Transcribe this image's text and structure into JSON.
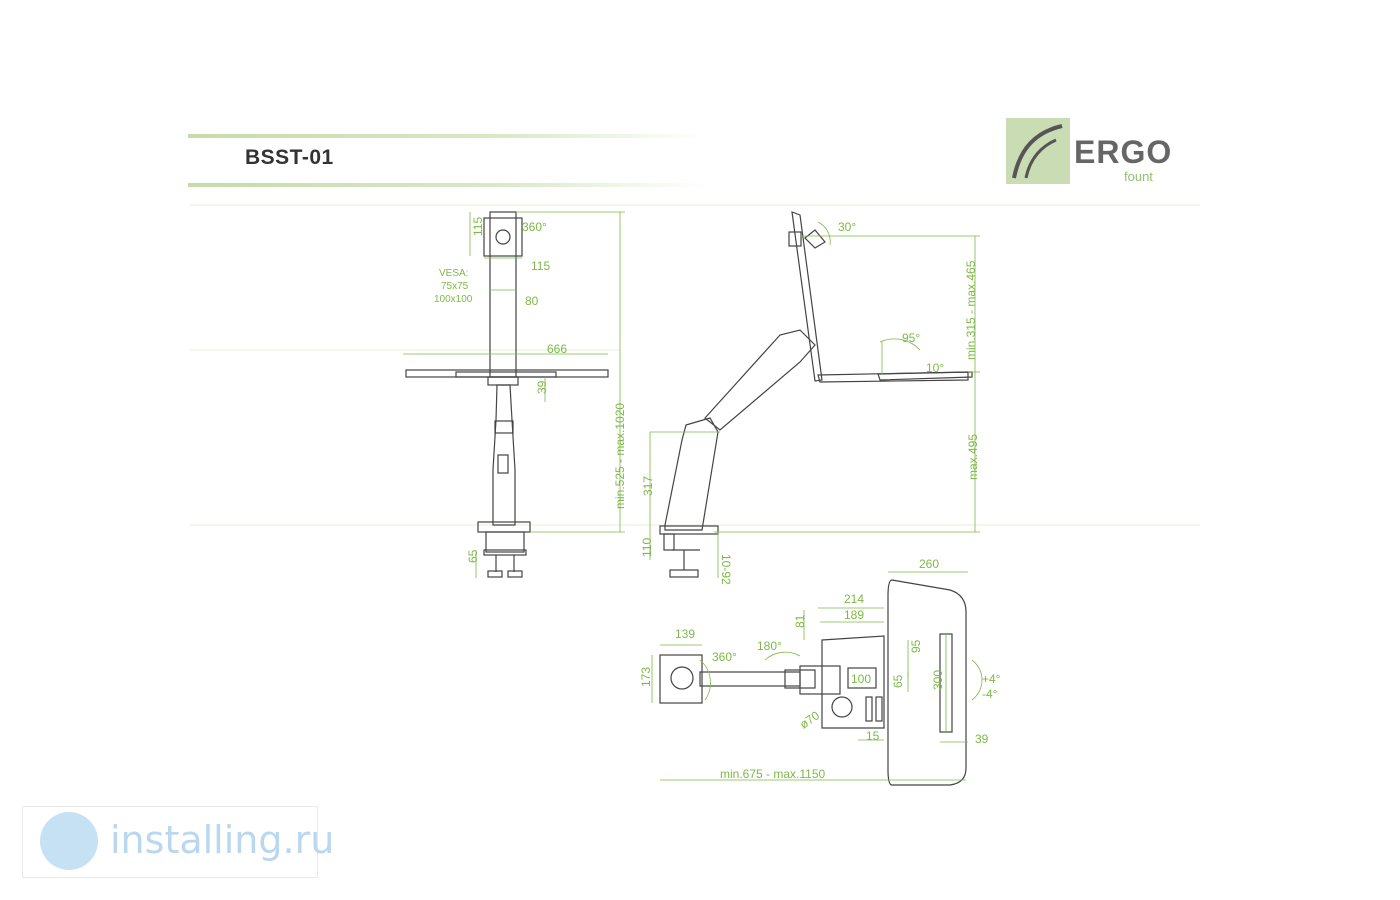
{
  "header": {
    "title": "BSST-01"
  },
  "logo": {
    "word": "ERGO",
    "sub": "fount"
  },
  "front_view": {
    "labels": {
      "rot": "360°",
      "h115": "115",
      "w115": "115",
      "w80": "80",
      "w666": "666",
      "h39": "39",
      "range": "min.525 - max.1020",
      "h65": "65",
      "vesa1": "VESA:",
      "vesa2": "75x75",
      "vesa3": "100x100"
    }
  },
  "side_view": {
    "labels": {
      "tilt": "30°",
      "range1": "min.315 - max.465",
      "a95": "95°",
      "a10": "10°",
      "max495": "max.495",
      "h317": "317",
      "h110": "110",
      "clamp": "10-92"
    }
  },
  "top_view": {
    "labels": {
      "w260": "260",
      "w214": "214",
      "w189": "189",
      "w81": "81",
      "w139": "139",
      "a180": "180°",
      "a360": "360°",
      "h173": "173",
      "h95": "95",
      "h65": "65",
      "h100": "100",
      "h300": "300",
      "plus4": "+4°",
      "minus4": "-4°",
      "d70": "ø70",
      "w15": "15",
      "w39": "39",
      "range": "min.675 - max.1150"
    }
  },
  "watermark": {
    "text": "installing.ru"
  },
  "colors": {
    "dimension": "#7db846",
    "accent_bar": "#c5dca8",
    "line": "#444444"
  }
}
